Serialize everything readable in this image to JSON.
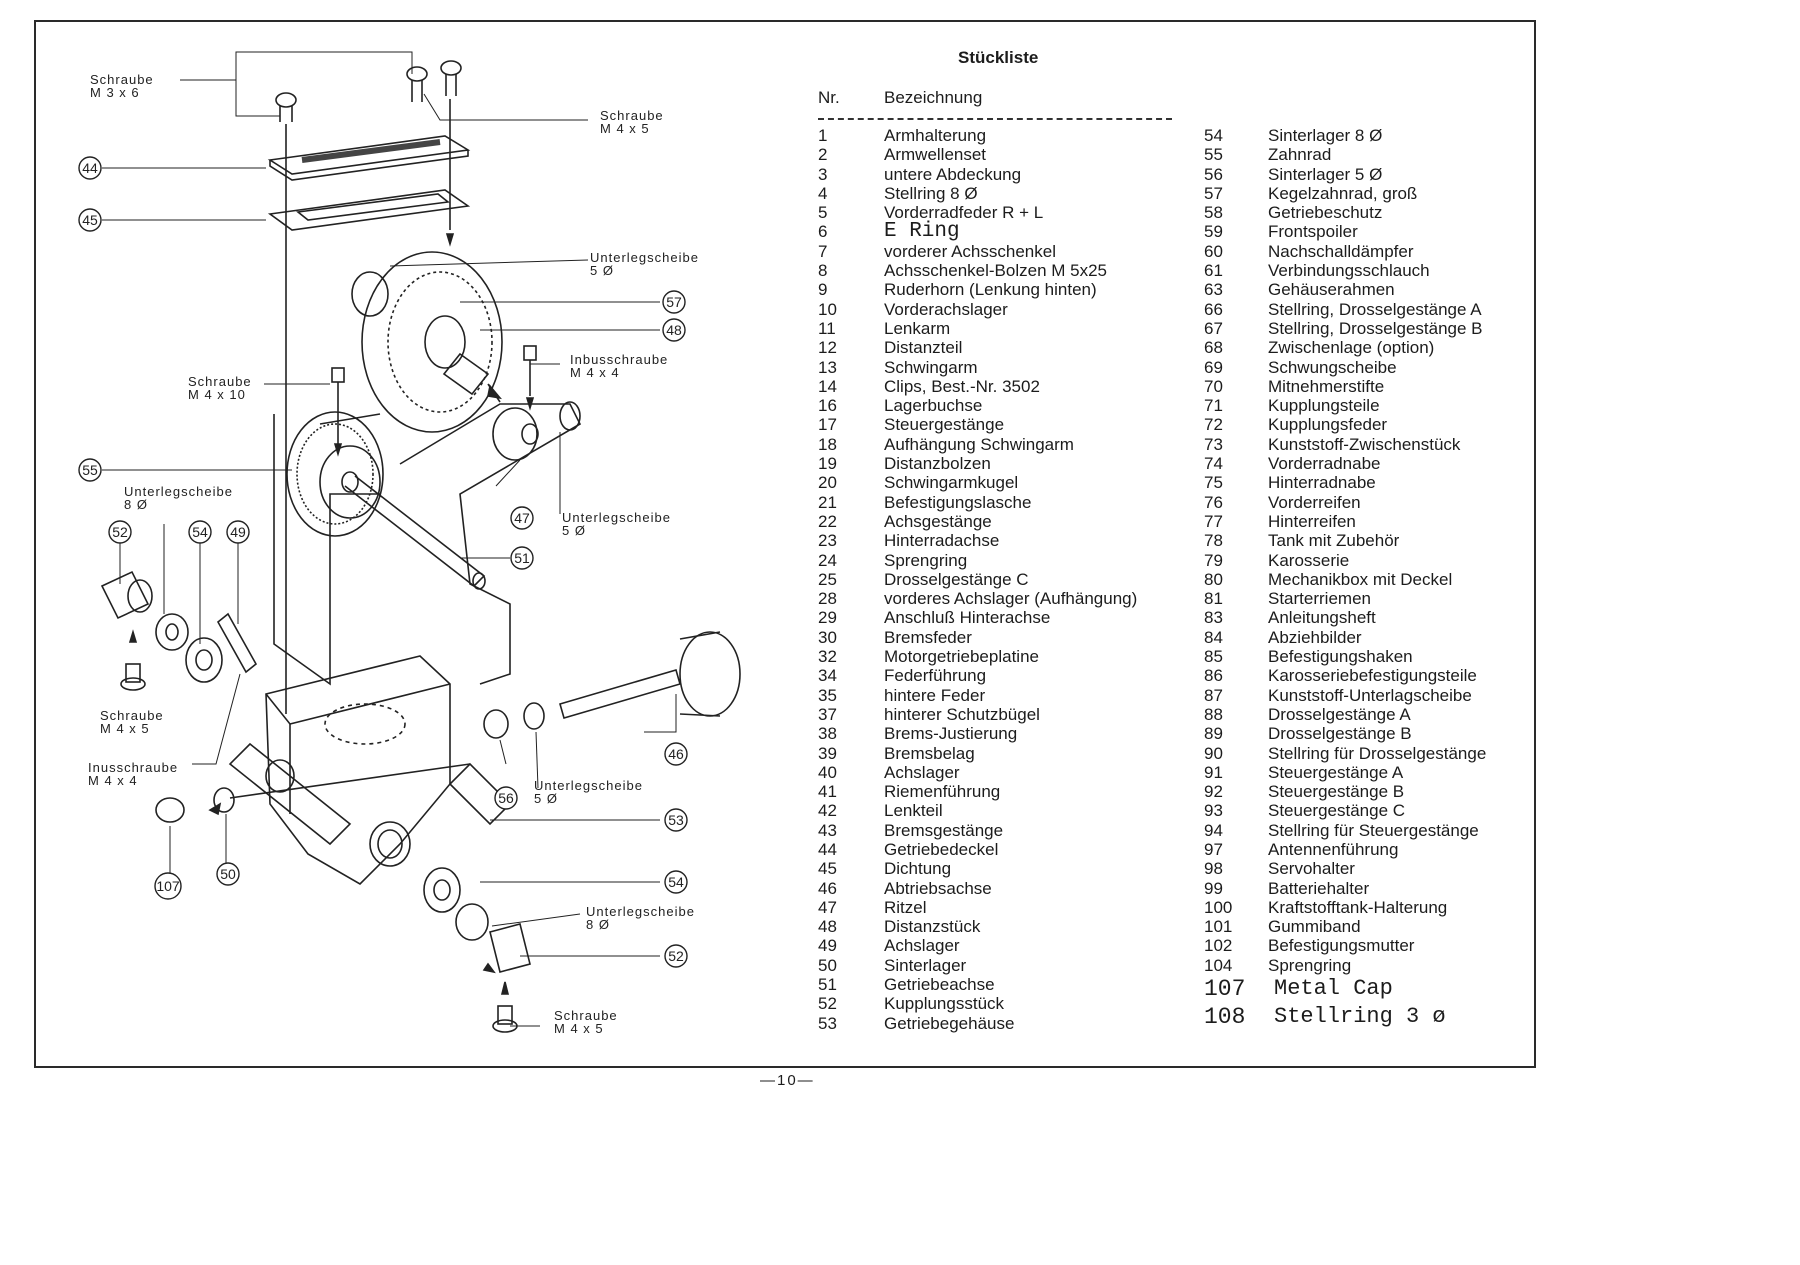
{
  "list": {
    "title": "Stückliste",
    "col_nr": "Nr.",
    "col_bez": "Bezeichnung",
    "left": [
      {
        "nr": "1",
        "name": "Armhalterung"
      },
      {
        "nr": "2",
        "name": "Armwellenset"
      },
      {
        "nr": "3",
        "name": "untere Abdeckung"
      },
      {
        "nr": "4",
        "name": "Stellring 8 Ø"
      },
      {
        "nr": "5",
        "name": "Vorderradfeder R + L"
      },
      {
        "nr": "6",
        "name": "E Ring",
        "style": "mono"
      },
      {
        "nr": "7",
        "name": "vorderer Achsschenkel"
      },
      {
        "nr": "8",
        "name": "Achsschenkel-Bolzen M 5x25"
      },
      {
        "nr": "9",
        "name": "Ruderhorn (Lenkung hinten)"
      },
      {
        "nr": "10",
        "name": "Vorderachslager"
      },
      {
        "nr": "11",
        "name": "Lenkarm"
      },
      {
        "nr": "12",
        "name": "Distanzteil"
      },
      {
        "nr": "13",
        "name": "Schwingarm"
      },
      {
        "nr": "14",
        "name": "Clips, Best.-Nr. 3502"
      },
      {
        "nr": "16",
        "name": "Lagerbuchse"
      },
      {
        "nr": "17",
        "name": "Steuergestänge"
      },
      {
        "nr": "18",
        "name": "Aufhängung Schwingarm"
      },
      {
        "nr": "19",
        "name": "Distanzbolzen"
      },
      {
        "nr": "20",
        "name": "Schwingarmkugel"
      },
      {
        "nr": "21",
        "name": "Befestigungslasche"
      },
      {
        "nr": "22",
        "name": "Achsgestänge"
      },
      {
        "nr": "23",
        "name": "Hinterradachse"
      },
      {
        "nr": "24",
        "name": "Sprengring"
      },
      {
        "nr": "25",
        "name": "Drosselgestänge C"
      },
      {
        "nr": "28",
        "name": "vorderes Achslager (Aufhängung)"
      },
      {
        "nr": "29",
        "name": "Anschluß Hinterachse"
      },
      {
        "nr": "30",
        "name": "Bremsfeder"
      },
      {
        "nr": "32",
        "name": "Motorgetriebeplatine"
      },
      {
        "nr": "34",
        "name": "Federführung"
      },
      {
        "nr": "35",
        "name": "hintere Feder"
      },
      {
        "nr": "37",
        "name": "hinterer Schutzbügel"
      },
      {
        "nr": "38",
        "name": "Brems-Justierung"
      },
      {
        "nr": "39",
        "name": "Bremsbelag"
      },
      {
        "nr": "40",
        "name": "Achslager"
      },
      {
        "nr": "41",
        "name": "Riemenführung"
      },
      {
        "nr": "42",
        "name": "Lenkteil"
      },
      {
        "nr": "43",
        "name": "Bremsgestänge"
      },
      {
        "nr": "44",
        "name": "Getriebedeckel"
      },
      {
        "nr": "45",
        "name": "Dichtung"
      },
      {
        "nr": "46",
        "name": "Abtriebsachse"
      },
      {
        "nr": "47",
        "name": "Ritzel"
      },
      {
        "nr": "48",
        "name": "Distanzstück"
      },
      {
        "nr": "49",
        "name": "Achslager"
      },
      {
        "nr": "50",
        "name": "Sinterlager"
      },
      {
        "nr": "51",
        "name": "Getriebeachse"
      },
      {
        "nr": "52",
        "name": "Kupplungsstück"
      },
      {
        "nr": "53",
        "name": "Getriebegehäuse"
      }
    ],
    "right": [
      {
        "nr": "54",
        "name": "Sinterlager 8 Ø"
      },
      {
        "nr": "55",
        "name": "Zahnrad"
      },
      {
        "nr": "56",
        "name": "Sinterlager 5 Ø"
      },
      {
        "nr": "57",
        "name": "Kegelzahnrad, groß"
      },
      {
        "nr": "58",
        "name": "Getriebeschutz"
      },
      {
        "nr": "59",
        "name": "Frontspoiler"
      },
      {
        "nr": "60",
        "name": "Nachschalldämpfer"
      },
      {
        "nr": "61",
        "name": "Verbindungsschlauch"
      },
      {
        "nr": "63",
        "name": "Gehäuserahmen"
      },
      {
        "nr": "66",
        "name": "Stellring, Drosselgestänge A"
      },
      {
        "nr": "67",
        "name": "Stellring, Drosselgestänge B"
      },
      {
        "nr": "68",
        "name": "Zwischenlage (option)"
      },
      {
        "nr": "69",
        "name": "Schwungscheibe"
      },
      {
        "nr": "70",
        "name": "Mitnehmerstifte"
      },
      {
        "nr": "71",
        "name": "Kupplungsteile"
      },
      {
        "nr": "72",
        "name": "Kupplungsfeder"
      },
      {
        "nr": "73",
        "name": "Kunststoff-Zwischenstück"
      },
      {
        "nr": "74",
        "name": "Vorderradnabe"
      },
      {
        "nr": "75",
        "name": "Hinterradnabe"
      },
      {
        "nr": "76",
        "name": "Vorderreifen"
      },
      {
        "nr": "77",
        "name": "Hinterreifen"
      },
      {
        "nr": "78",
        "name": "Tank mit Zubehör"
      },
      {
        "nr": "79",
        "name": "Karosserie"
      },
      {
        "nr": "80",
        "name": "Mechanikbox mit Deckel"
      },
      {
        "nr": "81",
        "name": "Starterriemen"
      },
      {
        "nr": "83",
        "name": "Anleitungsheft"
      },
      {
        "nr": "84",
        "name": "Abziehbilder"
      },
      {
        "nr": "85",
        "name": "Befestigungshaken"
      },
      {
        "nr": "86",
        "name": "Karosseriebefestigungsteile"
      },
      {
        "nr": "87",
        "name": "Kunststoff-Unterlagscheibe"
      },
      {
        "nr": "88",
        "name": "Drosselgestänge A"
      },
      {
        "nr": "89",
        "name": "Drosselgestänge B"
      },
      {
        "nr": "90",
        "name": "Stellring für Drosselgestänge"
      },
      {
        "nr": "91",
        "name": "Steuergestänge A"
      },
      {
        "nr": "92",
        "name": "Steuergestänge B"
      },
      {
        "nr": "93",
        "name": "Steuergestänge C"
      },
      {
        "nr": "94",
        "name": "Stellring für Steuergestänge"
      },
      {
        "nr": "97",
        "name": "Antennenführung"
      },
      {
        "nr": "98",
        "name": "Servohalter"
      },
      {
        "nr": "99",
        "name": "Batteriehalter"
      },
      {
        "nr": "100",
        "name": "Kraftstofftank-Halterung"
      },
      {
        "nr": "101",
        "name": "Gummiband"
      },
      {
        "nr": "102",
        "name": "Befestigungsmutter"
      },
      {
        "nr": "104",
        "name": "Sprengring"
      },
      {
        "nr": "107",
        "name": "Metal Cap",
        "style": "big"
      },
      {
        "nr": "108",
        "name": "Stellring 3 ø",
        "style": "big"
      }
    ]
  },
  "diagram": {
    "labels": {
      "schraube_m3x6": [
        "Schraube",
        "M 3 x 6"
      ],
      "schraube_m4x5_top": [
        "Schraube",
        "M 4 x 5"
      ],
      "unterleg_5_top": [
        "Unterlegscheibe",
        "5 Ø"
      ],
      "inbus_m4x4": [
        "Inbusschraube",
        "M 4 x 4"
      ],
      "schraube_m4x10": [
        "Schraube",
        "M 4 x 10"
      ],
      "unterleg_8_left": [
        "Unterlegscheibe",
        "8 Ø"
      ],
      "unterleg_5_mid": [
        "Unterlegscheibe",
        "5 Ø"
      ],
      "schraube_m4x5_left": [
        "Schraube",
        "M 4 x 5"
      ],
      "inus_m4x4": [
        "Inusschraube",
        "M 4 x 4"
      ],
      "unterleg_5_low": [
        "Unterlegscheibe",
        "5 Ø"
      ],
      "unterleg_8_low": [
        "Unterlegscheibe",
        "8 Ø"
      ],
      "schraube_m4x5_bottom": [
        "Schraube",
        "M 4 x 5"
      ]
    },
    "callouts": {
      "c44": "44",
      "c45": "45",
      "c57": "57",
      "c48": "48",
      "c55": "55",
      "c47": "47",
      "c51": "51",
      "c52a": "52",
      "c54a": "54",
      "c49": "49",
      "c46": "46",
      "c56": "56",
      "c53": "53",
      "c54b": "54",
      "c52b": "52",
      "c107": "107",
      "c50": "50"
    }
  },
  "page_number": "—10—"
}
